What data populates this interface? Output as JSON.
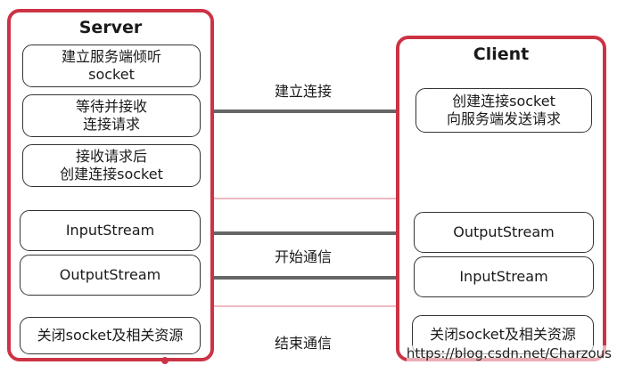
{
  "server": {
    "title": "Server",
    "boxes": [
      {
        "line1": "建立服务端倾听",
        "line2": "socket"
      },
      {
        "line1": "等待并接收",
        "line2": "连接请求"
      },
      {
        "line1": "接收请求后",
        "line2": "创建连接socket"
      },
      {
        "line1": "InputStream"
      },
      {
        "line1": "OutputStream"
      },
      {
        "line1": "关闭socket及相关资源"
      }
    ]
  },
  "client": {
    "title": "Client",
    "boxes": [
      {
        "line1": "创建连接socket",
        "line2": "向服务端发送请求"
      },
      {
        "line1": "OutputStream"
      },
      {
        "line1": "InputStream"
      },
      {
        "line1": "关闭socket及相关资源"
      }
    ]
  },
  "phases": {
    "connect": "建立连接",
    "communicate": "开始通信",
    "close": "结束通信"
  },
  "watermark": "https://blog.csdn.net/Charzous",
  "colors": {
    "border": "#cc3344",
    "band": "#f0b9bf",
    "connector": "#666666"
  }
}
